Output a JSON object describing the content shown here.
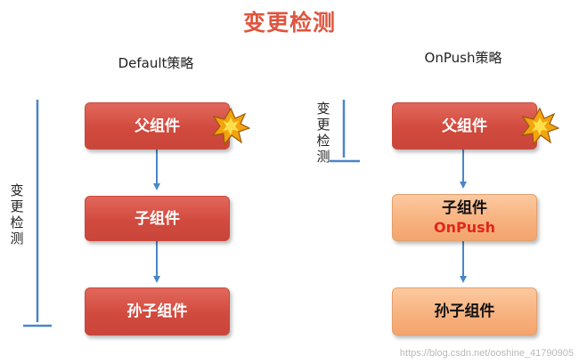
{
  "title": "变更检测",
  "colors": {
    "title": "#e0553e",
    "red_box": "#d24a3e",
    "orange_box": "#f7b07d",
    "arrow": "#4a86c8",
    "onpush": "#e0271c"
  },
  "left": {
    "subtitle": "Default策略",
    "vertical_label": "变更检测",
    "nodes": {
      "parent": "父组件",
      "child": "子组件",
      "grandchild": "孙子组件"
    }
  },
  "right": {
    "subtitle": "OnPush策略",
    "vertical_label": "变更检测",
    "nodes": {
      "parent": "父组件",
      "child": "子组件",
      "child_tag": "OnPush",
      "grandchild": "孙子组件"
    }
  },
  "watermark": "https://blog.csdn.net/ooshine_41790905"
}
